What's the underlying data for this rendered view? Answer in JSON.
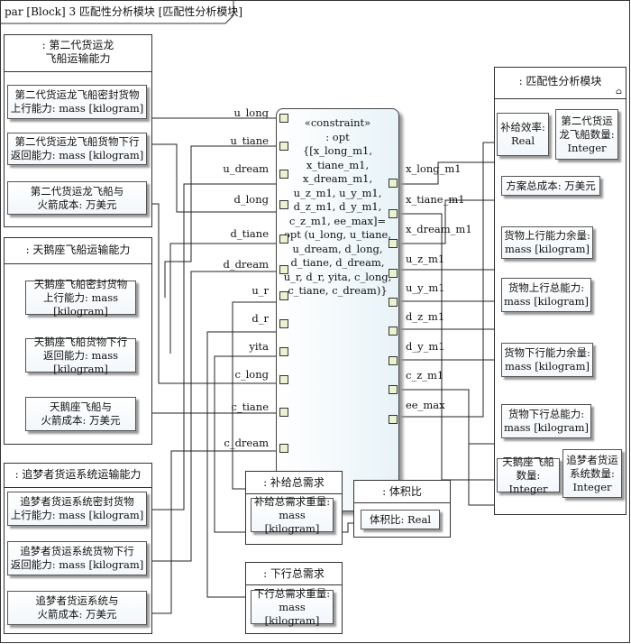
{
  "frame": {
    "title": "par [Block] 3 匹配性分析模块 [匹配性分析模块]"
  },
  "constraint": {
    "stereotype": "«constraint»",
    "name": ": opt",
    "expression": "{[x_long_m1, x_tiane_m1, x_dream_m1, u_z_m1, u_y_m1, d_z_m1, d_y_m1, c_z_m1, ee_max]= opt (u_long, u_tiane, u_dream, d_long, d_tiane, d_dream, u_r, d_r, yita, c_long, c_tiane, c_dream)}",
    "left_ports": [
      "u_long",
      "u_tiane",
      "u_dream",
      "d_long",
      "d_tiane",
      "d_dream",
      "u_r",
      "d_r",
      "yita",
      "c_long",
      "c_tiane",
      "c_dream"
    ],
    "right_ports": [
      "x_long_m1",
      "x_tiane_m1",
      "x_dream_m1",
      "u_z_m1",
      "u_y_m1",
      "d_z_m1",
      "d_y_m1",
      "c_z_m1",
      "ee_max"
    ]
  },
  "blocks": {
    "longship": {
      "title_line1": ": 第二代货运龙",
      "title_line2": "飞船运输能力",
      "parts": [
        {
          "l1": "第二代货运龙飞船密封货物",
          "l2": "上行能力: mass [kilogram]"
        },
        {
          "l1": "第二代货运龙飞船货物下行",
          "l2": "返回能力: mass [kilogram]"
        },
        {
          "l1": "第二代货运龙飞船与",
          "l2": "火箭成本: 万美元"
        }
      ]
    },
    "tianeship": {
      "title": ": 天鹅座飞船运输能力",
      "parts": [
        {
          "l1": "天鹅座飞船密封货物",
          "l2": "上行能力: mass [kilogram]"
        },
        {
          "l1": "天鹅座飞船货物下行",
          "l2": "返回能力: mass [kilogram]"
        },
        {
          "l1": "天鹅座飞船与",
          "l2": "火箭成本: 万美元"
        }
      ]
    },
    "dreamship": {
      "title": ": 追梦者货运系统运输能力",
      "parts": [
        {
          "l1": "追梦者货运系统密封货物",
          "l2": "上行能力: mass [kilogram]"
        },
        {
          "l1": "追梦者货运系统货物下行",
          "l2": "返回能力: mass [kilogram]"
        },
        {
          "l1": "追梦者货运系统与",
          "l2": "火箭成本: 万美元"
        }
      ]
    },
    "supply": {
      "title": ": 补给总需求",
      "part": {
        "l1": "补给总需求重量:",
        "l2": "mass [kilogram]"
      }
    },
    "volume": {
      "title": ": 体积比",
      "part": {
        "l1": "体积比: Real"
      }
    },
    "down": {
      "title": ": 下行总需求",
      "part": {
        "l1": "下行总需求重量:",
        "l2": "mass [kilogram]"
      }
    },
    "match": {
      "title": ": 匹配性分析模块",
      "anchor": "⌂",
      "parts": {
        "eff": {
          "l1": "补给效率:",
          "l2": "Real"
        },
        "longnum": {
          "l1": "第二代货运",
          "l2": "龙飞船数量:",
          "l3": "Integer"
        },
        "cost": {
          "l1": "方案总成本: 万美元"
        },
        "upremain": {
          "l1": "货物上行能力余量:",
          "l2": "mass [kilogram]"
        },
        "uptotal": {
          "l1": "货物上行总能力:",
          "l2": "mass [kilogram]"
        },
        "downremain": {
          "l1": "货物下行能力余量:",
          "l2": "mass [kilogram]"
        },
        "downtotal": {
          "l1": "货物下行总能力:",
          "l2": "mass [kilogram]"
        },
        "tianenum": {
          "l1": "天鹅座飞船",
          "l2": "数量: Integer"
        },
        "dreamnum": {
          "l1": "追梦者货运",
          "l2": "系统数量:",
          "l3": "Integer"
        }
      }
    }
  }
}
